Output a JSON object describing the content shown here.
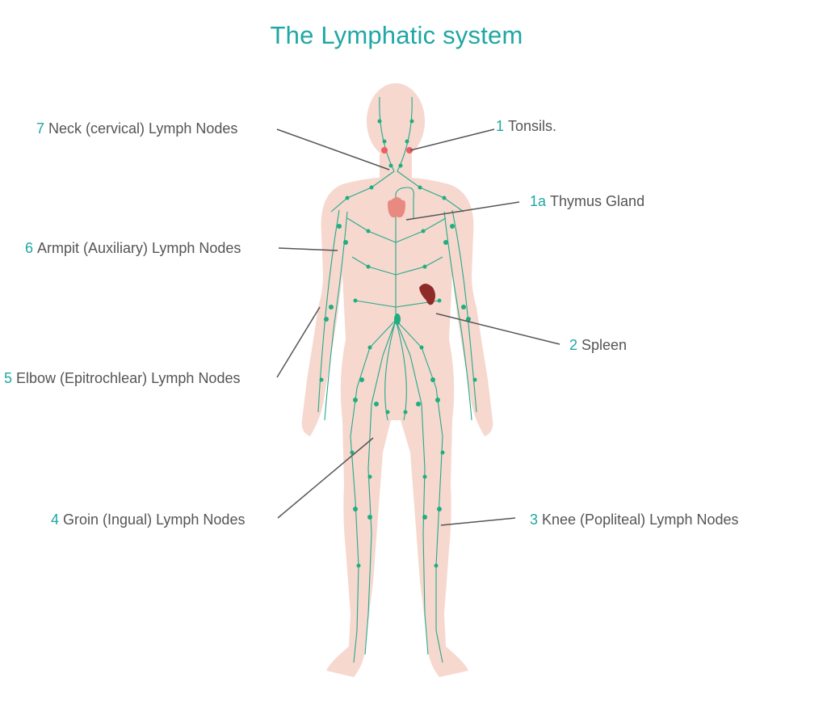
{
  "title": "The Lymphatic system",
  "colors": {
    "accent": "#1ea7a4",
    "skin": "#f6d8cf",
    "lymph": "#25a98a",
    "leader": "#555555",
    "thymus": "#e98a80",
    "spleen": "#8e2a27",
    "tonsil": "#ef5d63"
  },
  "labels": [
    {
      "num": "7",
      "text": "Neck (cervical) Lymph Nodes"
    },
    {
      "num": "1",
      "text": "Tonsils."
    },
    {
      "num": "1a",
      "text": "Thymus Gland"
    },
    {
      "num": "6",
      "text": "Armpit (Auxiliary) Lymph Nodes"
    },
    {
      "num": "2",
      "text": "Spleen"
    },
    {
      "num": "5",
      "text": "Elbow (Epitrochlear) Lymph Nodes"
    },
    {
      "num": "4",
      "text": "Groin (Ingual) Lymph Nodes"
    },
    {
      "num": "3",
      "text": "Knee (Popliteal) Lymph Nodes"
    }
  ]
}
